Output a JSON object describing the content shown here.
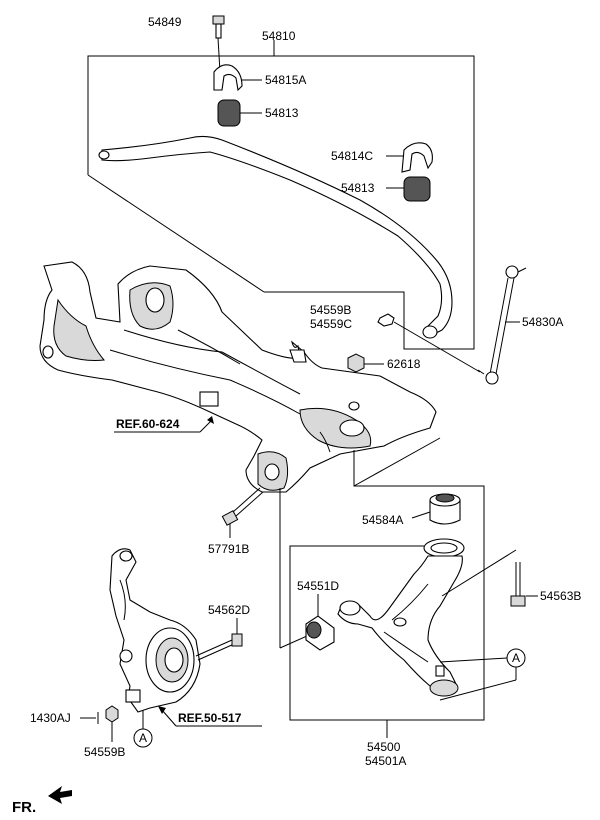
{
  "labels": {
    "p54849": "54849",
    "p54810": "54810",
    "p54815A": "54815A",
    "p54813a": "54813",
    "p54814C": "54814C",
    "p54813b": "54813",
    "p54559B_top": "54559B",
    "p54559C": "54559C",
    "p54830A": "54830A",
    "p62618": "62618",
    "ref60624": "REF.60-624",
    "p54584A": "54584A",
    "p57791B": "57791B",
    "p54551D": "54551D",
    "p54563B": "54563B",
    "p54562D": "54562D",
    "circleA1": "A",
    "p1430AJ": "1430AJ",
    "ref50517": "REF.50-517",
    "p54559B_bot": "54559B",
    "circleA2": "A",
    "p54500": "54500",
    "p54501A": "54501A",
    "fr": "FR."
  }
}
